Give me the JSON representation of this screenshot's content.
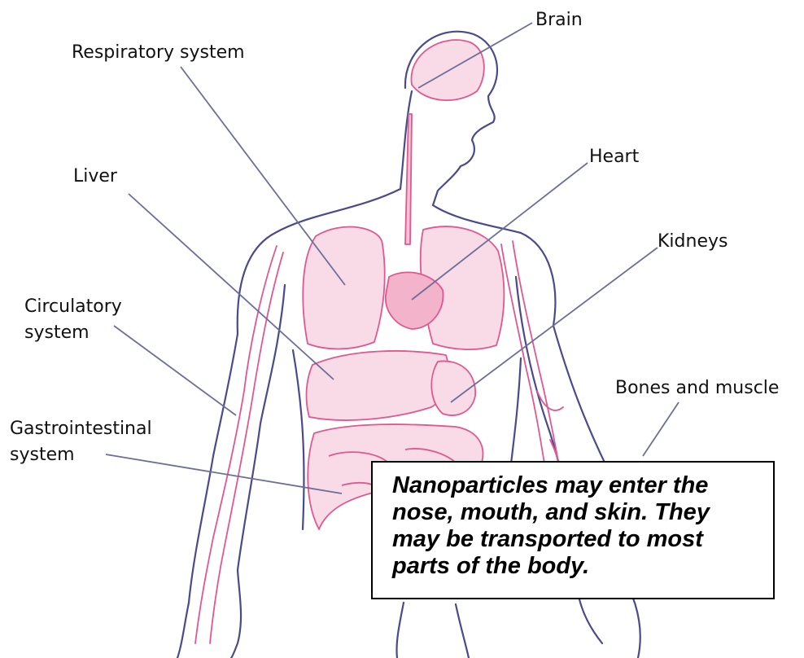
{
  "labels": {
    "brain": "Brain",
    "respiratory": "Respiratory system",
    "heart": "Heart",
    "liver": "Liver",
    "kidneys": "Kidneys",
    "circulatory_line1": "Circulatory",
    "circulatory_line2": "system",
    "bones": "Bones and muscle",
    "gastro_line1": "Gastrointestinal",
    "gastro_line2": "system"
  },
  "callout": {
    "text": "Nanoparticles may enter the nose, mouth, and skin.  They may be transported to most parts of the body."
  },
  "colors": {
    "body_outline": "#4a4a8c",
    "organ_line": "#e0588f",
    "organ_fill": "#f9dbe7",
    "leader_line": "#6b6f9a"
  }
}
